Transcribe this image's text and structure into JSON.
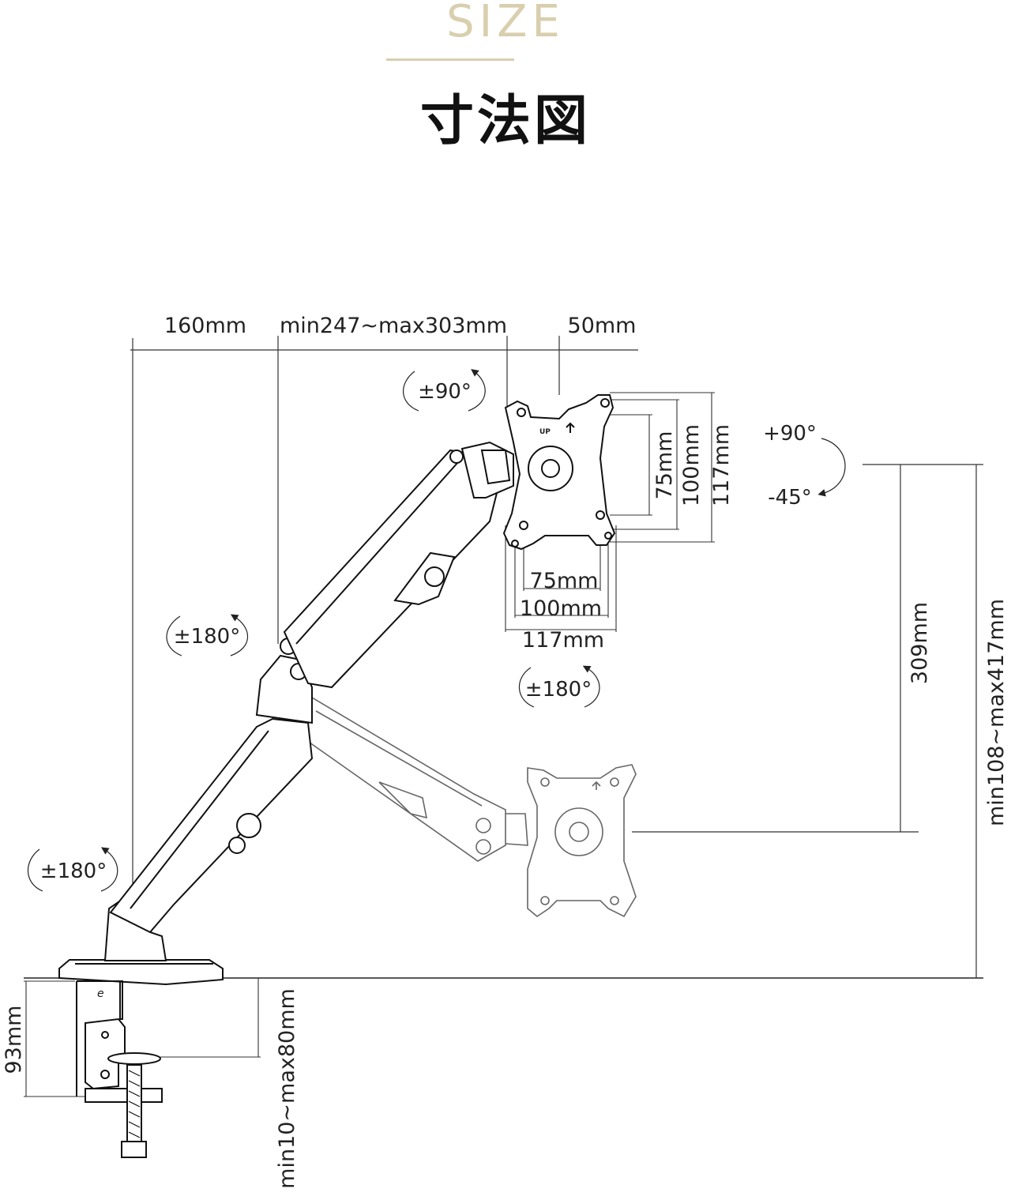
{
  "header": {
    "size_label": "SIZE",
    "title": "寸法図"
  },
  "dimensions": {
    "base_offset": "160mm",
    "arm_length": "min247~max303mm",
    "head_offset": "50mm",
    "vesa_75_v": "75mm",
    "vesa_100_v": "100mm",
    "plate_117_v": "117mm",
    "vesa_75_h": "75mm",
    "vesa_100_h": "100mm",
    "plate_117_h": "117mm",
    "height_drop": "309mm",
    "total_height": "min108~max417mm",
    "clamp_height": "93mm",
    "desk_thickness": "min10~max80mm"
  },
  "rotations": {
    "head_swivel": "±90°",
    "arm_joint": "±180°",
    "head_rotate": "±180°",
    "base_swivel": "±180°",
    "tilt_up": "+90°",
    "tilt_down": "-45°"
  },
  "plate_mark": "UP",
  "colors": {
    "line": "#1a1a1a",
    "faded_line": "#555555",
    "gold": "#d9cfae"
  }
}
